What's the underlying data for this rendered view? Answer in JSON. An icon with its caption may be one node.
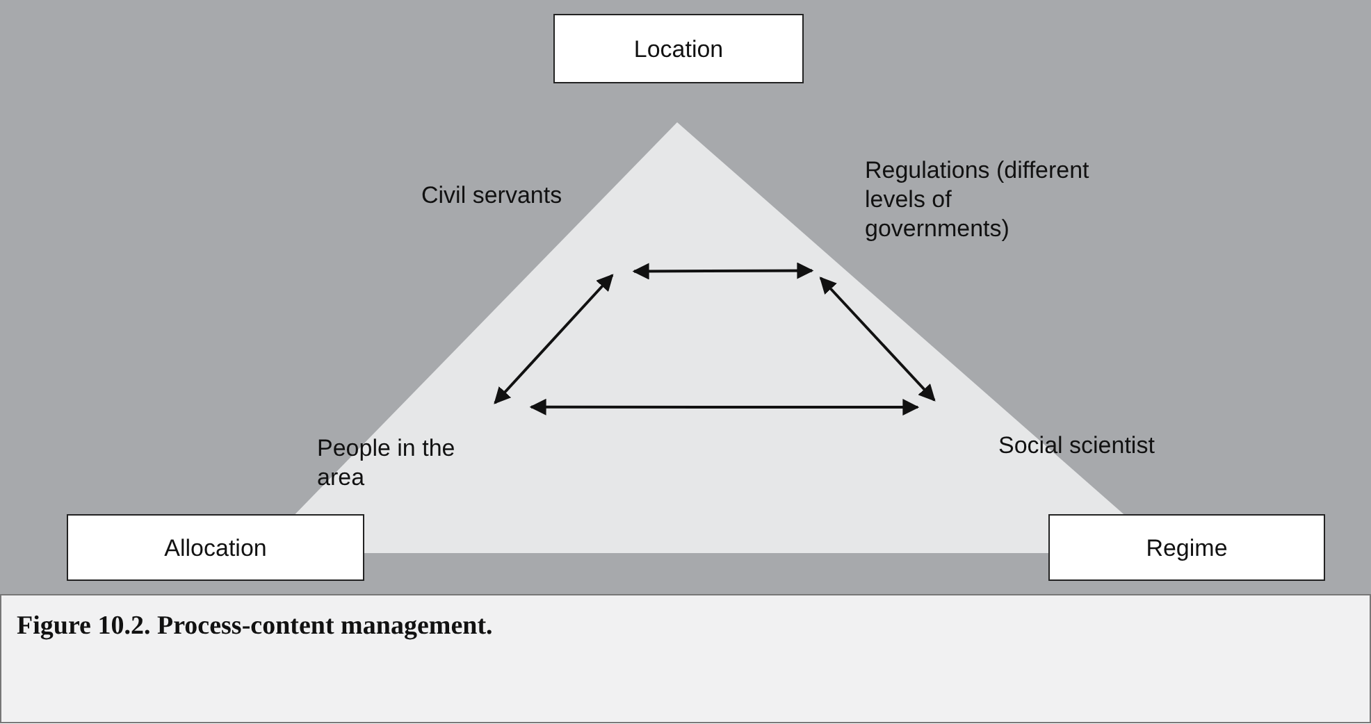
{
  "diagram": {
    "caption": "Figure 10.2. Process-content management.",
    "nodes": [
      {
        "text": [
          "Location"
        ]
      },
      {
        "text": [
          "Civil servants"
        ]
      },
      {
        "text": [
          "Regulations (different levels of governments)"
        ]
      },
      {
        "text": [
          "People in the area"
        ]
      },
      {
        "text": [
          "Social scientist"
        ]
      },
      {
        "text": [
          "Allocation"
        ]
      },
      {
        "text": [
          "Regime"
        ]
      }
    ],
    "edges": [
      {
        "from": 1,
        "to": 2,
        "arrow": "both"
      },
      {
        "from": 1,
        "to": 3,
        "arrow": "both"
      },
      {
        "from": 2,
        "to": 4,
        "arrow": "both"
      },
      {
        "from": 3,
        "to": 4,
        "arrow": "both"
      }
    ]
  }
}
